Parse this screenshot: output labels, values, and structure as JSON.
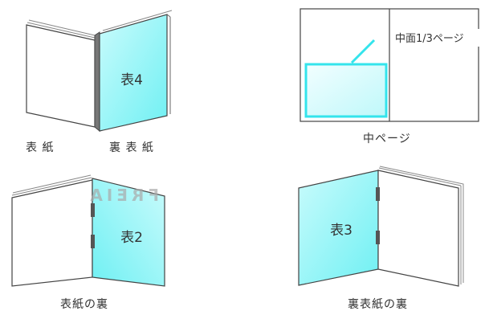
{
  "diagram": {
    "colors": {
      "cyan_fill": "#7ff3f5",
      "cyan_light": "#dffcfd",
      "cyan_stroke": "#34e4ec",
      "outline": "#444444",
      "spine": "#666666"
    },
    "panels": {
      "back_cover_panel": "表4",
      "middle_note": "中面1/3ページ",
      "inside_front_panel": "表2",
      "inside_front_mirrored": "FREIA",
      "inside_back_panel": "表3"
    },
    "labels": {
      "front_cover": "表 紙",
      "back_cover": "裏 表 紙",
      "middle_page": "中ページ",
      "inside_front_cover": "表紙の裏",
      "inside_back_cover": "裏表紙の裏"
    }
  }
}
